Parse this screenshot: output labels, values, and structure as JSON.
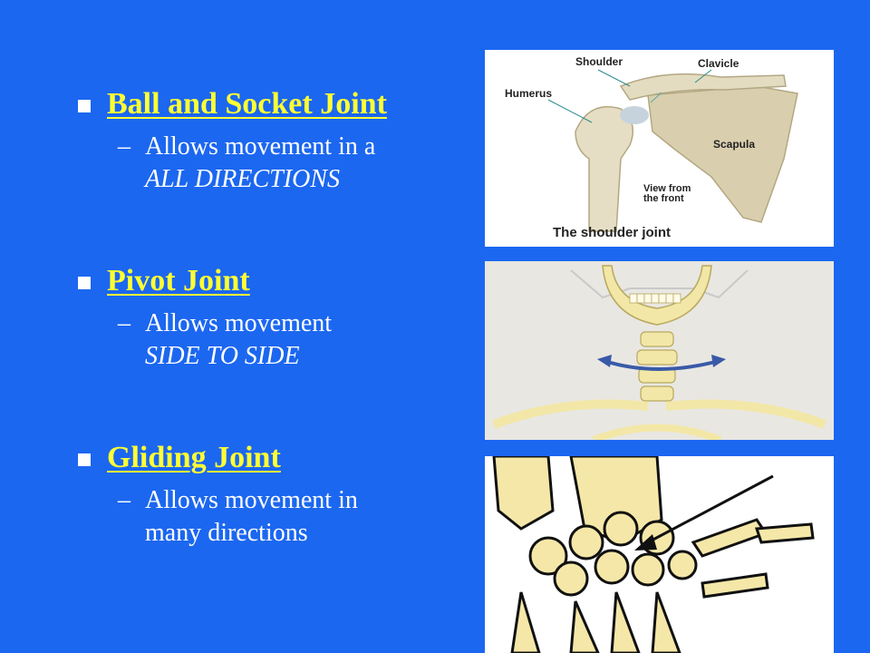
{
  "joints": [
    {
      "title": "Ball and Socket Joint",
      "desc_line1": "Allows movement in a",
      "desc_line2": "ALL DIRECTIONS"
    },
    {
      "title": "Pivot Joint",
      "desc_line1": "Allows movement",
      "desc_line2": "SIDE TO SIDE"
    },
    {
      "title": "Gliding Joint",
      "desc_line1": "Allows movement in",
      "desc_line2": "many directions"
    }
  ],
  "dash": "–",
  "shoulder_image": {
    "labels": {
      "shoulder": "Shoulder",
      "clavicle": "Clavicle",
      "humerus": "Humerus",
      "scapula": "Scapula",
      "view_line1": "View from",
      "view_line2": "the front",
      "caption": "The shoulder joint"
    }
  },
  "colors": {
    "background": "#1c67f0",
    "heading": "#ffff33",
    "text": "#ffffff"
  }
}
